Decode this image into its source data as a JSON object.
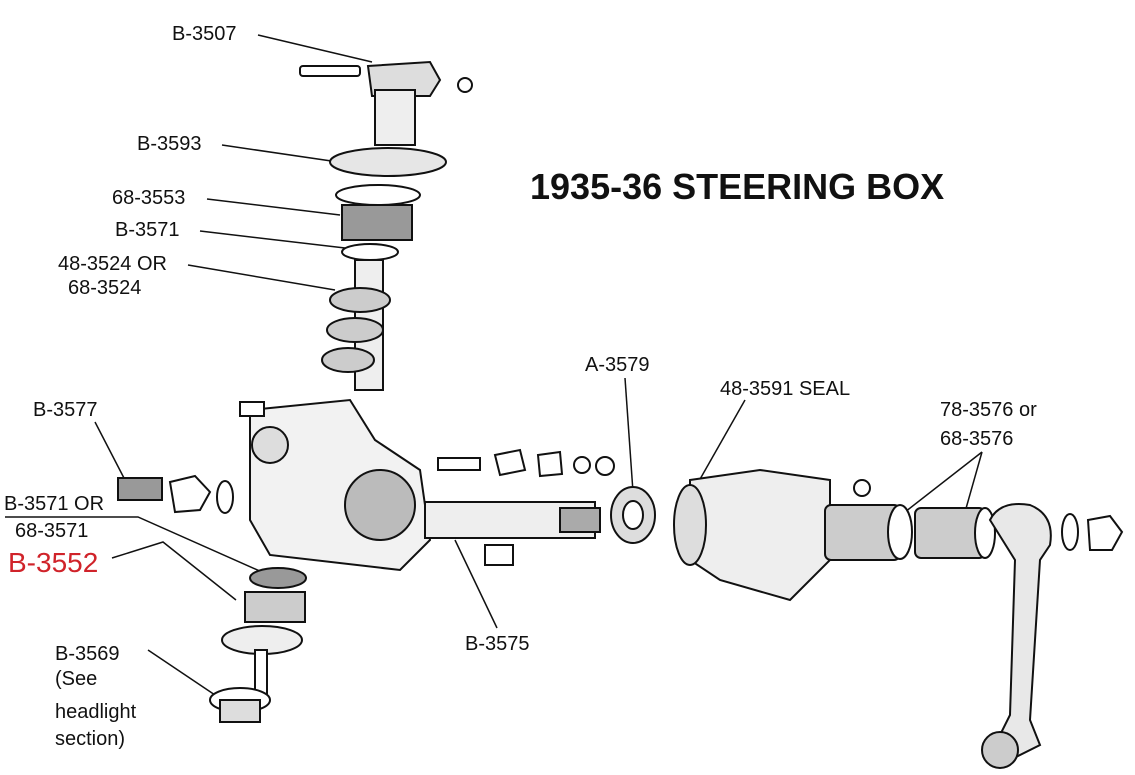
{
  "title": "1935-36 STEERING BOX",
  "labels": {
    "b3507": "B-3507",
    "b3593": "B-3593",
    "p68_3553": "68-3553",
    "b3571": "B-3571",
    "p48_3524": "48-3524 OR",
    "p68_3524": "68-3524",
    "b3577": "B-3577",
    "b3571_or": "B-3571 OR",
    "p68_3571": "68-3571",
    "b3552": "B-3552",
    "b3569": "B-3569",
    "b3569_note1": "(See",
    "b3569_note2": "headlight",
    "b3569_note3": "section)",
    "b3575": "B-3575",
    "a3579": "A-3579",
    "seal": "48-3591 SEAL",
    "p78_3576": "78-3576 or",
    "p68_3576": "68-3576"
  },
  "colors": {
    "highlight": "#d0232a",
    "ink": "#111111"
  }
}
